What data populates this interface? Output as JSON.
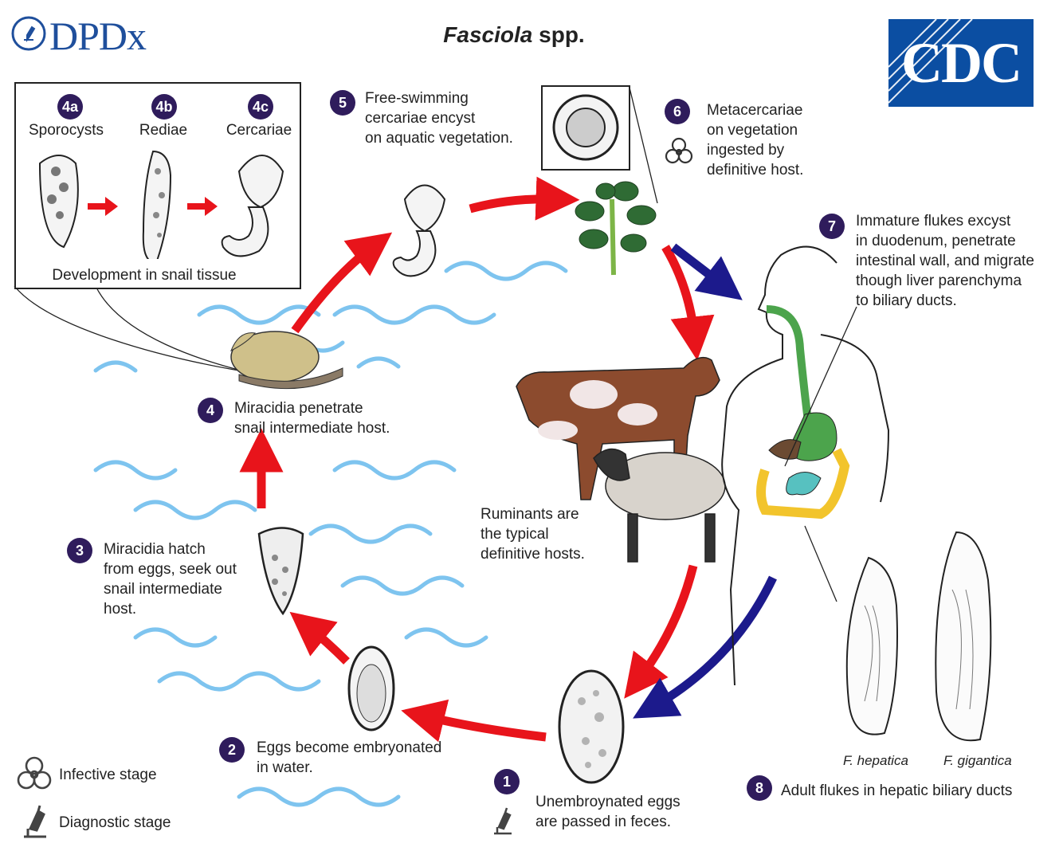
{
  "header": {
    "logo_left": "DPDx",
    "title_genus": "Fasciola",
    "title_suffix": " spp.",
    "logo_right": "CDC"
  },
  "snail_box": {
    "stages": [
      {
        "num": "4a",
        "label": "Sporocysts"
      },
      {
        "num": "4b",
        "label": "Rediae"
      },
      {
        "num": "4c",
        "label": "Cercariae"
      }
    ],
    "caption": "Development in snail tissue"
  },
  "steps": {
    "s1": {
      "num": "1",
      "line1": "Unembroynated eggs",
      "line2": "are passed in feces."
    },
    "s2": {
      "num": "2",
      "line1": "Eggs become embryonated",
      "line2": "in water."
    },
    "s3": {
      "num": "3",
      "line1": "Miracidia hatch",
      "line2": "from eggs, seek out",
      "line3": "snail intermediate",
      "line4": "host."
    },
    "s4": {
      "num": "4",
      "line1": "Miracidia penetrate",
      "line2": "snail intermediate host."
    },
    "s5": {
      "num": "5",
      "line1": "Free-swimming",
      "line2": "cercariae encyst",
      "line3": "on aquatic vegetation."
    },
    "s6": {
      "num": "6",
      "line1": "Metacercariae",
      "line2": "on vegetation",
      "line3": "ingested by",
      "line4": "definitive host."
    },
    "s7": {
      "num": "7",
      "line1": "Immature flukes excyst",
      "line2": "in duodenum, penetrate",
      "line3": "intestinal wall, and migrate",
      "line4": "though liver parenchyma",
      "line5": "to biliary ducts."
    },
    "s8": {
      "num": "8",
      "line1": "Adult flukes in hepatic biliary ducts"
    }
  },
  "ruminants": {
    "line1": "Ruminants are",
    "line2": "the typical",
    "line3": "definitive hosts."
  },
  "species": {
    "left": "F. hepatica",
    "right": "F. gigantica"
  },
  "legend": {
    "infective": "Infective stage",
    "diagnostic": "Diagnostic stage"
  },
  "colors": {
    "accent_purple": "#2f1c5c",
    "red_arrow": "#e8141b",
    "blue_arrow": "#1c1a8c",
    "water": "#7ec4ef",
    "cdc_blue": "#0b4ea2",
    "dpdx_blue": "#1f4f9c"
  }
}
